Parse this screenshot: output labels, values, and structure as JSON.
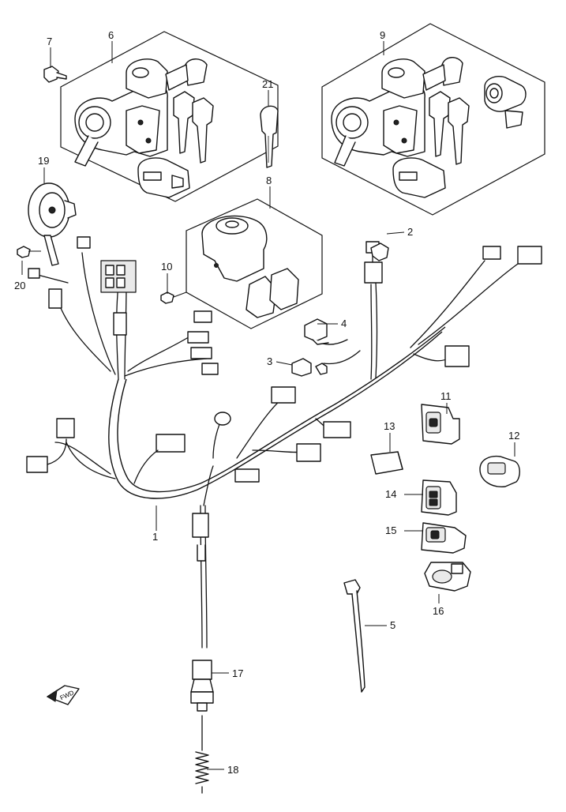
{
  "diagram": {
    "parts": [
      {
        "ref": "1",
        "name": "main-wiring-harness"
      },
      {
        "ref": "2",
        "name": "clamp"
      },
      {
        "ref": "3",
        "name": "cap"
      },
      {
        "ref": "4",
        "name": "cap"
      },
      {
        "ref": "5",
        "name": "cable-tie"
      },
      {
        "ref": "6",
        "name": "lock-set"
      },
      {
        "ref": "7",
        "name": "screw"
      },
      {
        "ref": "8",
        "name": "ignition-switch"
      },
      {
        "ref": "9",
        "name": "lock-set"
      },
      {
        "ref": "10",
        "name": "screw"
      },
      {
        "ref": "11",
        "name": "switch"
      },
      {
        "ref": "12",
        "name": "switch"
      },
      {
        "ref": "13",
        "name": "cap"
      },
      {
        "ref": "14",
        "name": "switch"
      },
      {
        "ref": "15",
        "name": "switch"
      },
      {
        "ref": "16",
        "name": "switch"
      },
      {
        "ref": "17",
        "name": "sensor"
      },
      {
        "ref": "18",
        "name": "spring"
      },
      {
        "ref": "19",
        "name": "horn"
      },
      {
        "ref": "20",
        "name": "screw"
      },
      {
        "ref": "21",
        "name": "key"
      }
    ],
    "labels": {
      "p1": "1",
      "p2": "2",
      "p3": "3",
      "p4": "4",
      "p5": "5",
      "p6": "6",
      "p7": "7",
      "p8": "8",
      "p9": "9",
      "p10": "10",
      "p11": "11",
      "p12": "12",
      "p13": "13",
      "p14": "14",
      "p15": "15",
      "p16": "16",
      "p17": "17",
      "p18": "18",
      "p19": "19",
      "p20": "20",
      "p21": "21"
    },
    "front_arrow_text": "FWD"
  }
}
